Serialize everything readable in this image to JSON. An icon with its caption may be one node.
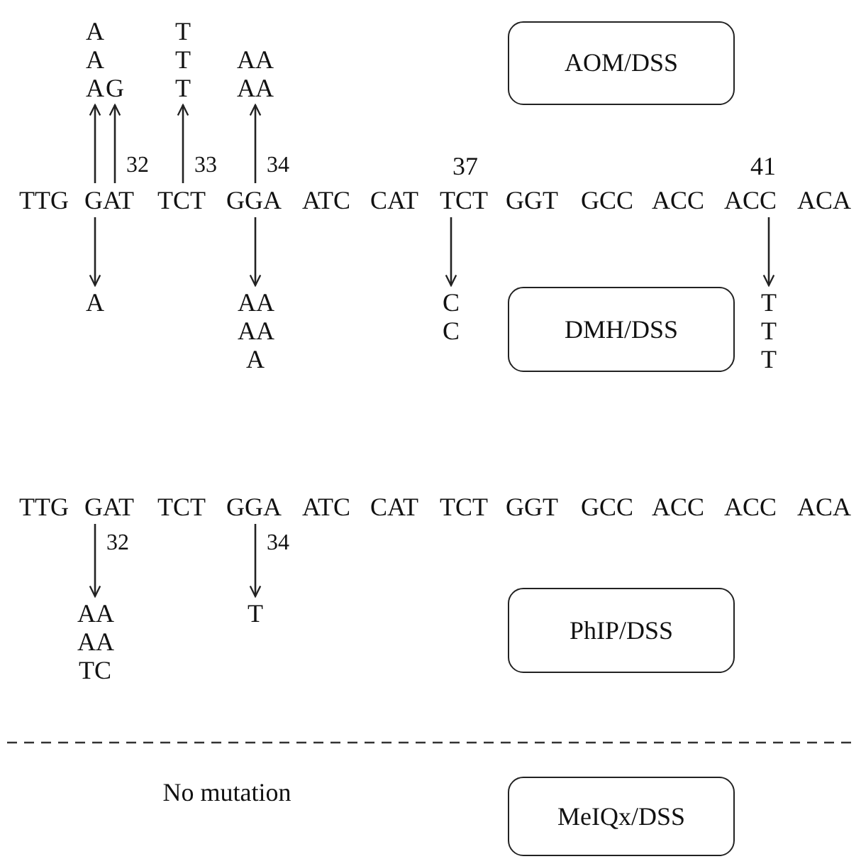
{
  "diagram": {
    "nodes": [
      {
        "text": [
          "A A A"
        ]
      },
      {
        "text": [
          "G"
        ]
      },
      {
        "text": [
          "T T T"
        ]
      },
      {
        "text": [
          "AA AA"
        ]
      },
      {
        "text": [
          "AOM/DSS"
        ]
      },
      {
        "text": [
          "GAT"
        ]
      },
      {
        "text": [
          "TCT"
        ]
      },
      {
        "text": [
          "GGA"
        ]
      },
      {
        "text": [
          "TCT"
        ]
      },
      {
        "text": [
          "ACC"
        ]
      },
      {
        "text": [
          "A"
        ]
      },
      {
        "text": [
          "AA AA A"
        ]
      },
      {
        "text": [
          "C C"
        ]
      },
      {
        "text": [
          "DMH/DSS"
        ]
      },
      {
        "text": [
          "T T T"
        ]
      },
      {
        "text": [
          "GAT"
        ]
      },
      {
        "text": [
          "GGA"
        ]
      },
      {
        "text": [
          "AA AA TC"
        ]
      },
      {
        "text": [
          "T"
        ]
      },
      {
        "text": [
          "PhIP/DSS"
        ]
      },
      {
        "text": [
          "MeIQx/DSS"
        ]
      }
    ],
    "edges": [
      {
        "from": 5,
        "to": 0,
        "arrow": "to"
      },
      {
        "from": 5,
        "to": 1,
        "arrow": "to",
        "label": "32"
      },
      {
        "from": 6,
        "to": 2,
        "arrow": "to",
        "label": "33"
      },
      {
        "from": 7,
        "to": 3,
        "arrow": "to",
        "label": "34"
      },
      {
        "from": 5,
        "to": 10,
        "arrow": "to"
      },
      {
        "from": 7,
        "to": 11,
        "arrow": "to"
      },
      {
        "from": 8,
        "to": 12,
        "arrow": "to"
      },
      {
        "from": 9,
        "to": 14,
        "arrow": "to"
      },
      {
        "from": 15,
        "to": 17,
        "arrow": "to",
        "label": "32"
      },
      {
        "from": 16,
        "to": 18,
        "arrow": "to",
        "label": "34"
      }
    ],
    "labels": [
      "37",
      "41",
      "TTG",
      "ATC",
      "CAT",
      "GGT",
      "GCC",
      "ACC",
      "ACA",
      "TTG",
      "TCT",
      "ATC",
      "CAT",
      "TCT",
      "GGT",
      "GCC",
      "ACC",
      "ACC",
      "ACA",
      "No mutation"
    ]
  }
}
